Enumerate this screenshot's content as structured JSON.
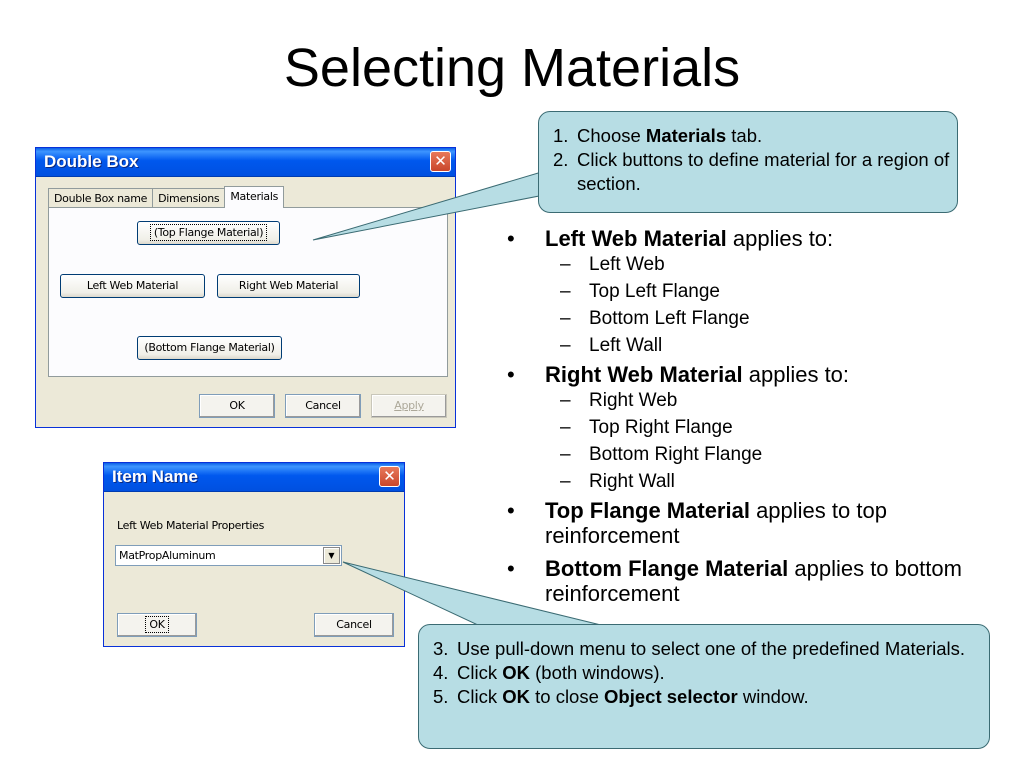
{
  "slide": {
    "title": "Selecting Materials"
  },
  "double_box": {
    "title": "Double Box",
    "tabs": [
      "Double Box name",
      "Dimensions",
      "Materials"
    ],
    "buttons": {
      "top_flange": "(Top Flange Material)",
      "left_web": "Left Web Material",
      "right_web": "Right Web Material",
      "bottom_flange": "(Bottom Flange Material)",
      "ok": "OK",
      "cancel": "Cancel",
      "apply": "Apply"
    }
  },
  "item_name": {
    "title": "Item Name",
    "label": "Left Web Material Properties",
    "combo_value": "MatPropAluminum",
    "ok": "OK",
    "cancel": "Cancel"
  },
  "callout_top": {
    "steps": [
      {
        "num": "1.",
        "pre": "Choose ",
        "bold": "Materials",
        "post": " tab."
      },
      {
        "num": "2.",
        "text": "Click buttons to define material for a region of section."
      }
    ]
  },
  "callout_bottom": {
    "steps": [
      {
        "num": "3.",
        "text": "Use pull-down menu to select one of the predefined Materials."
      },
      {
        "num": "4.",
        "pre": "Click ",
        "bold": "OK",
        "post": " (both windows)."
      },
      {
        "num": "5.",
        "pre": "Click ",
        "bold": "OK",
        "mid": " to close ",
        "bold2": "Object selector",
        "post": " window."
      }
    ]
  },
  "bullets": [
    {
      "bold": "Left Web Material",
      "rest": " applies to:",
      "subs": [
        "Left Web",
        "Top Left Flange",
        "Bottom Left Flange",
        "Left Wall"
      ]
    },
    {
      "bold": "Right Web Material",
      "rest": " applies to:",
      "subs": [
        "Right Web",
        "Top Right Flange",
        "Bottom Right Flange",
        "Right Wall"
      ]
    },
    {
      "bold": "Top Flange Material",
      "rest": " applies to top reinforcement",
      "subs": []
    },
    {
      "bold": "Bottom Flange Material",
      "rest": " applies to bottom reinforcement",
      "subs": []
    }
  ],
  "symbols": {
    "bullet": "•",
    "dash": "–",
    "close": "✕",
    "dropdown": "▼"
  },
  "icons": [
    "close-icon",
    "chevron-down-icon"
  ]
}
